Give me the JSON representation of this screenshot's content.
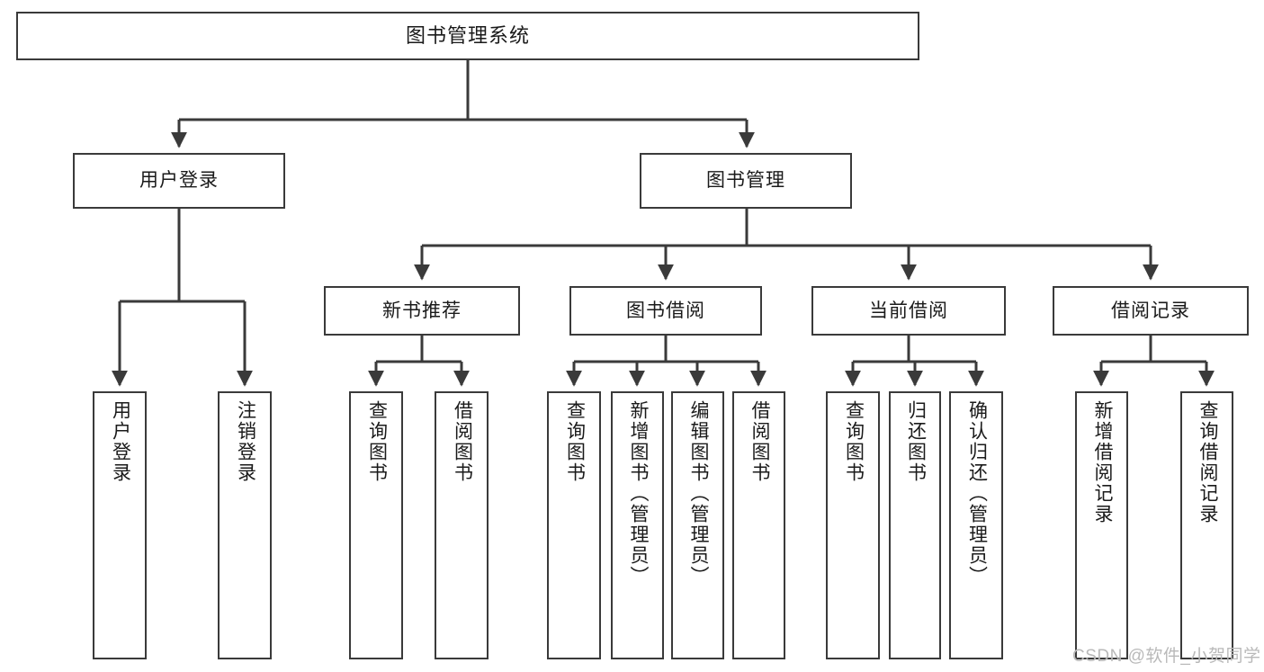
{
  "diagram": {
    "title": "图书管理系统",
    "type": "tree-hierarchy-diagram",
    "root": {
      "id": "root",
      "label": "图书管理系统"
    },
    "level2": [
      {
        "id": "user-login",
        "label": "用户登录"
      },
      {
        "id": "book-manage",
        "label": "图书管理"
      }
    ],
    "level3": [
      {
        "id": "new-book-rec",
        "label": "新书推荐",
        "parent": "book-manage"
      },
      {
        "id": "book-borrow",
        "label": "图书借阅",
        "parent": "book-manage"
      },
      {
        "id": "current-borrow",
        "label": "当前借阅",
        "parent": "book-manage"
      },
      {
        "id": "borrow-record",
        "label": "借阅记录",
        "parent": "book-manage"
      }
    ],
    "leaves": {
      "user-login": [
        {
          "id": "leaf-user-login",
          "label": "用户登录"
        },
        {
          "id": "leaf-logout",
          "label": "注销登录"
        }
      ],
      "new-book-rec": [
        {
          "id": "leaf-query-book-1",
          "label": "查询图书"
        },
        {
          "id": "leaf-borrow-book-1",
          "label": "借阅图书"
        }
      ],
      "book-borrow": [
        {
          "id": "leaf-query-book-2",
          "label": "查询图书"
        },
        {
          "id": "leaf-add-book",
          "label": "新增图书（管理员）"
        },
        {
          "id": "leaf-edit-book",
          "label": "编辑图书（管理员）"
        },
        {
          "id": "leaf-borrow-book-2",
          "label": "借阅图书"
        }
      ],
      "current-borrow": [
        {
          "id": "leaf-query-book-3",
          "label": "查询图书"
        },
        {
          "id": "leaf-return-book",
          "label": "归还图书"
        },
        {
          "id": "leaf-confirm-return",
          "label": "确认归还（管理员）"
        }
      ],
      "borrow-record": [
        {
          "id": "leaf-add-record",
          "label": "新增借阅记录"
        },
        {
          "id": "leaf-query-record",
          "label": "查询借阅记录"
        }
      ]
    },
    "colors": {
      "stroke": "#3a3a3a",
      "fill": "#ffffff",
      "text": "#1a1a1a",
      "watermark": "#b9b9b9"
    }
  },
  "watermark": {
    "text": "CSDN @软件_小贺同学"
  }
}
